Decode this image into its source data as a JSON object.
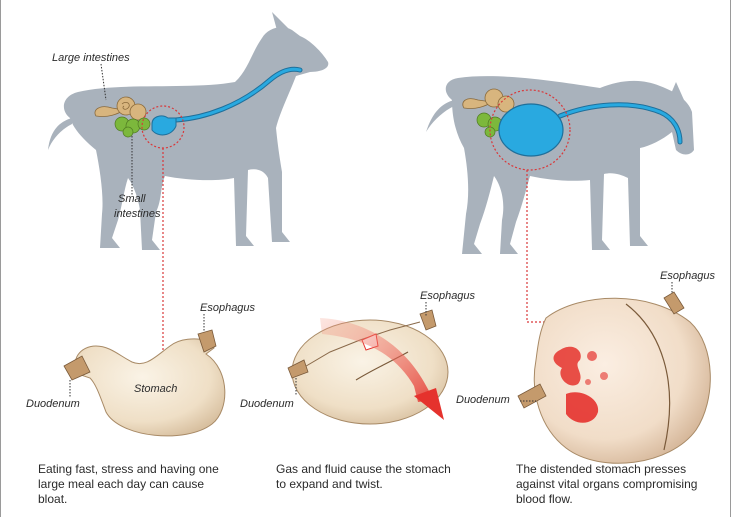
{
  "labels": {
    "large_intestines": "Large intestines",
    "small_intestines_line1": "Small",
    "small_intestines_line2": "intestines",
    "esophagus_1": "Esophagus",
    "stomach": "Stomach",
    "duodenum_1": "Duodenum",
    "esophagus_2": "Esophagus",
    "duodenum_2": "Duodenum",
    "esophagus_3": "Esophagus",
    "duodenum_3": "Duodenum"
  },
  "captions": {
    "stage1": "Eating fast, stress and having one large meal each day can cause bloat.",
    "stage2": "Gas and fluid cause the stomach to expand and twist.",
    "stage3": "The distended stomach presses against vital organs compromising blood flow."
  },
  "colors": {
    "dog_silhouette": "#a9b2bc",
    "stomach_blue": "#29a9e0",
    "intestine_green": "#7cb83c",
    "intestine_tan": "#d8b57e",
    "stomach_tissue": "#f1e4cf",
    "blood_red": "#e5322d",
    "dotted_red": "#d9383a"
  },
  "icons": {
    "twist_arrow": "curved-red-arrow"
  }
}
